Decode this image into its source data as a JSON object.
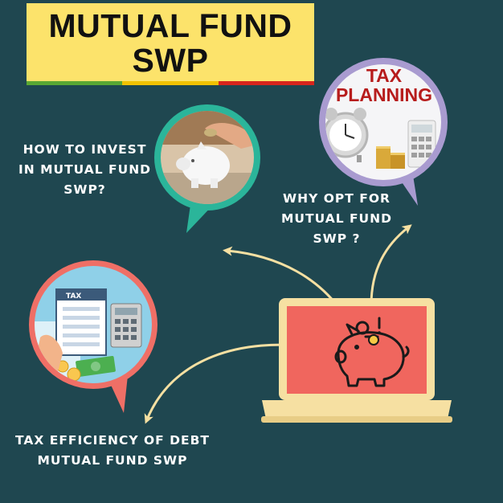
{
  "title": {
    "line1": "MUTUAL FUND",
    "line2": "SWP"
  },
  "labels": {
    "how_to_invest": "HOW TO INVEST IN MUTUAL FUND SWP?",
    "why_opt": "WHY OPT FOR MUTUAL FUND SWP ?",
    "tax_efficiency": "TAX EFFICIENCY OF DEBT MUTUAL FUND SWP"
  },
  "tax_planning_card": {
    "line1": "TAX",
    "line2": "PLANNING"
  },
  "calculator_sheet": {
    "header": "TAX"
  },
  "colors": {
    "background": "#1f4750",
    "title_bg": "#fce36b",
    "stripe": [
      "#5aa833",
      "#f2c200",
      "#d8251d"
    ],
    "laptop_body": "#f6e0a2",
    "laptop_screen": "#f0665e",
    "arrow": "#f6e0a2",
    "pin_teal": "#2bb59a",
    "pin_lavender": "#a99bd0",
    "pin_coral": "#ef6f66",
    "tax_text": "#b71c1c"
  },
  "icons": [
    "piggy-bank-icon",
    "alarm-clock-icon",
    "calculator-icon",
    "coin-stack-icon",
    "dollar-bill-icon",
    "exclamation-icon"
  ]
}
